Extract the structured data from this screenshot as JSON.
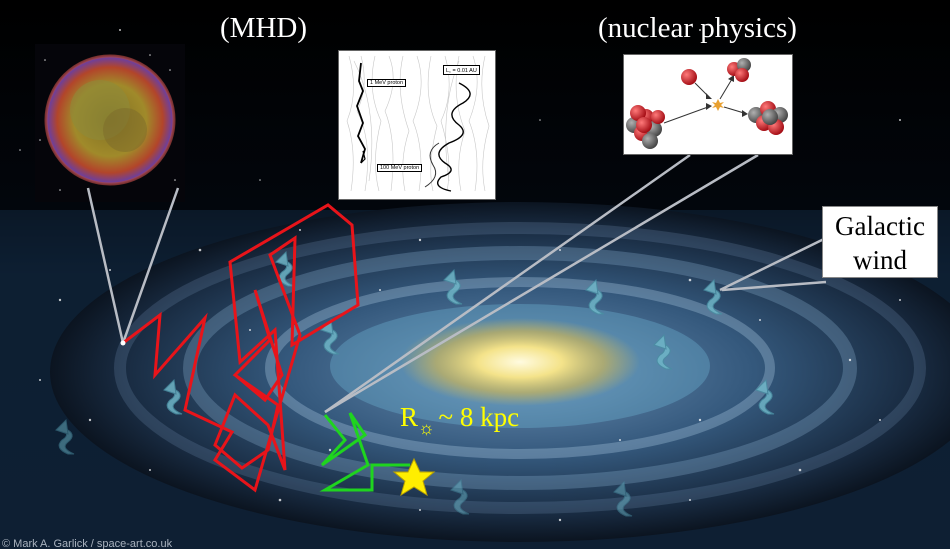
{
  "labels": {
    "mhd": "(MHD)",
    "nuclear": "(nuclear physics)",
    "galactic_wind_line1": "Galactic",
    "galactic_wind_line2": "wind",
    "r_sun_symbol": "R",
    "r_sun_sub": "☼",
    "r_sun_value": "~ 8 kpc",
    "credit": "© Mark A. Garlick / space-art.co.uk"
  },
  "trajectory_inset": {
    "label_1mev": "1 MeV proton",
    "label_100mev": "100 MeV proton",
    "label_lc": "L꜀ = 0.01 AU"
  },
  "colors": {
    "cr_path_red": "#e8141a",
    "cr_path_green": "#1fd41f",
    "sun_star": "#ffee00",
    "r_sun_text": "#ffff00",
    "connector_line": "#b8bcc4",
    "wind_arrow": "#6fb6c8",
    "proton_red": "#d8141e",
    "neutron_gray": "#707070"
  },
  "icons": {
    "supernova_remnant": "supernova-remnant-image",
    "galaxy": "milky-way-galaxy-image",
    "sun": "star-icon",
    "wind": "curved-arrow-icon"
  }
}
